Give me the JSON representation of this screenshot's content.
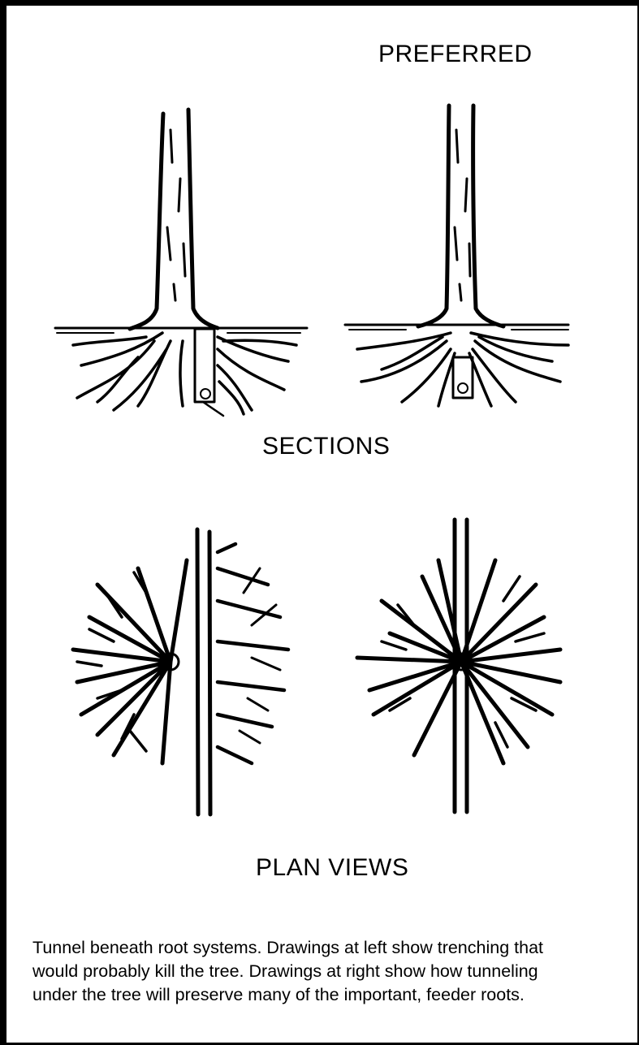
{
  "labels": {
    "preferred": "PREFERRED",
    "sections": "SECTIONS",
    "plan_views": "PLAN VIEWS"
  },
  "caption": [
    "Tunnel beneath root systems.  Drawings at left show trenching that",
    "would probably kill the tree.  Drawings at right show how tunneling",
    "under the tree will preserve many of the important, feeder roots."
  ],
  "colors": {
    "ink": "#000000",
    "paper": "#ffffff"
  }
}
